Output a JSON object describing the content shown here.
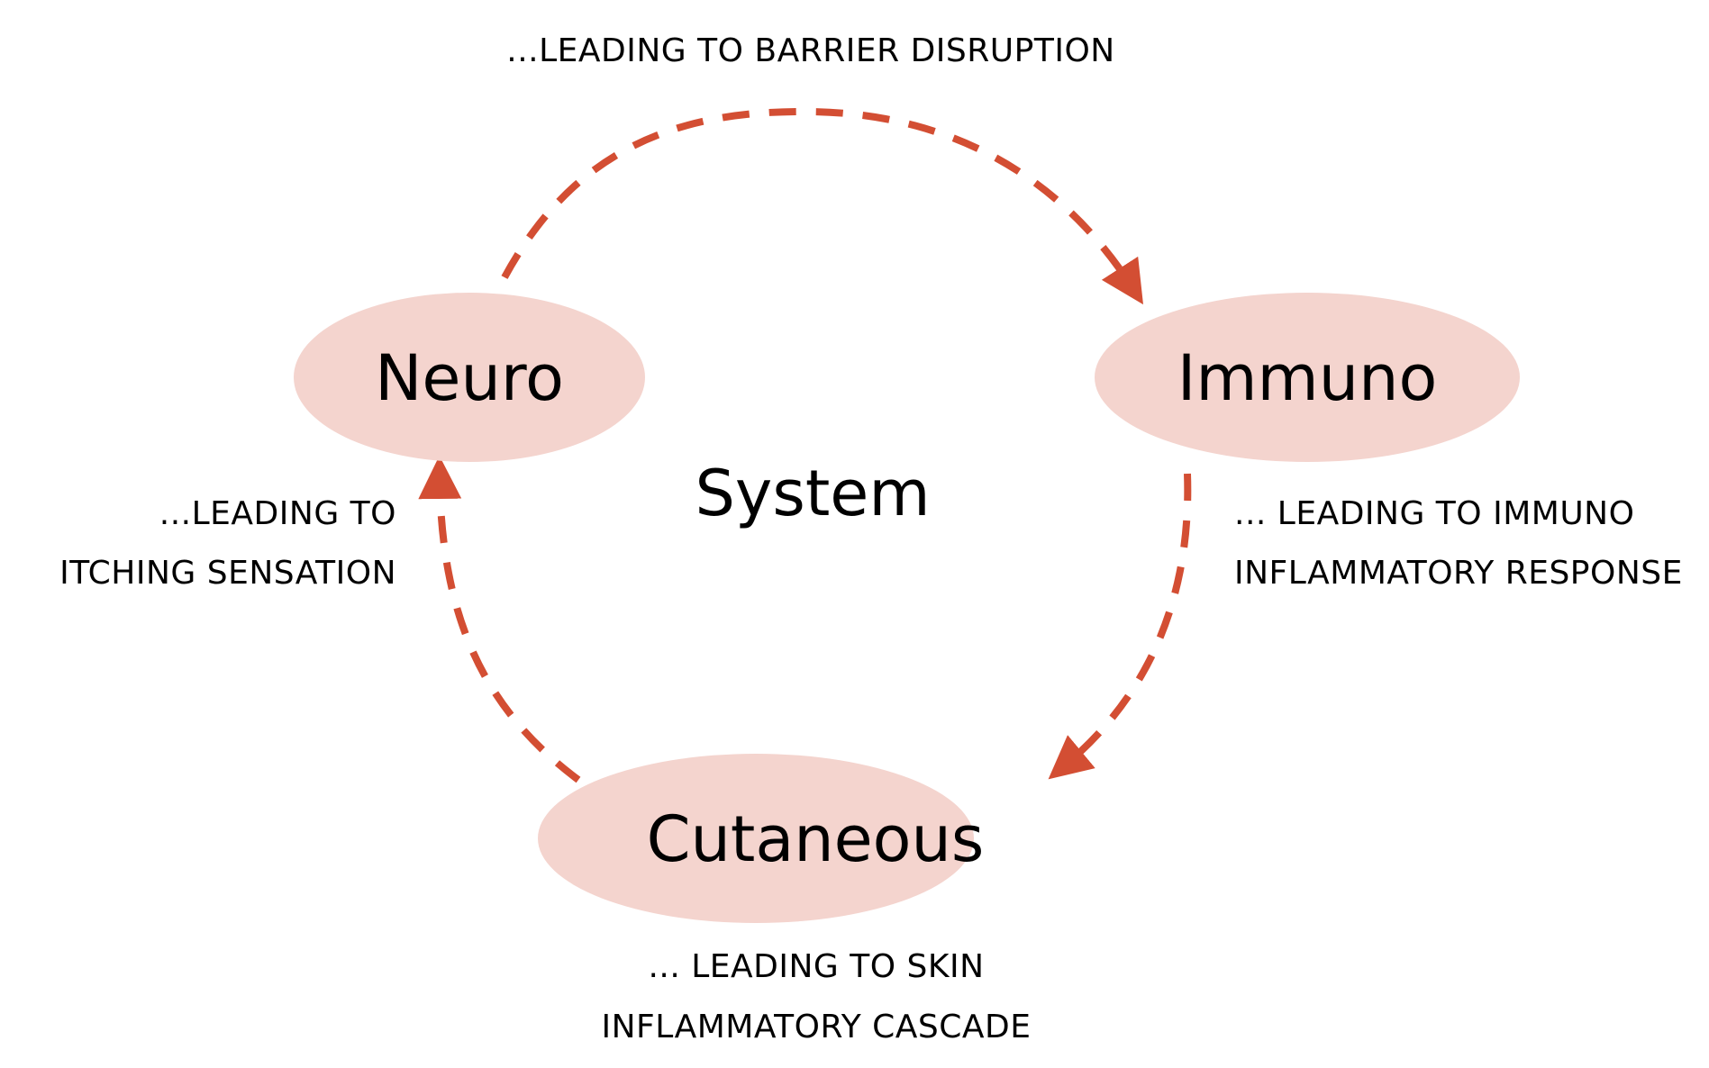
{
  "diagram": {
    "center_label": "System",
    "colors": {
      "node_fill": "#F4D4CE",
      "arrow": "#D34E33",
      "text": "#000000"
    },
    "nodes": [
      {
        "id": "neuro",
        "label": "Neuro"
      },
      {
        "id": "immuno",
        "label": "Immuno"
      },
      {
        "id": "cutaneous",
        "label": "Cutaneous"
      }
    ],
    "edges": [
      {
        "from": "neuro",
        "to": "immuno",
        "style": "dashed",
        "caption_lines": [
          "...LEADING TO BARRIER DISRUPTION"
        ]
      },
      {
        "from": "immuno",
        "to": "cutaneous",
        "style": "dashed",
        "caption_lines": [
          "... LEADING TO IMMUNO",
          "INFLAMMATORY RESPONSE"
        ]
      },
      {
        "from": "cutaneous",
        "to": "neuro",
        "style": "dashed",
        "caption_lines": [
          "... LEADING TO SKIN",
          "INFLAMMATORY CASCADE"
        ]
      }
    ],
    "left_caption_lines": [
      "...Leading to",
      "Itching sensation"
    ],
    "left_caption_display": [
      "...LEADING TO",
      "ITCHING SENSATION"
    ]
  }
}
